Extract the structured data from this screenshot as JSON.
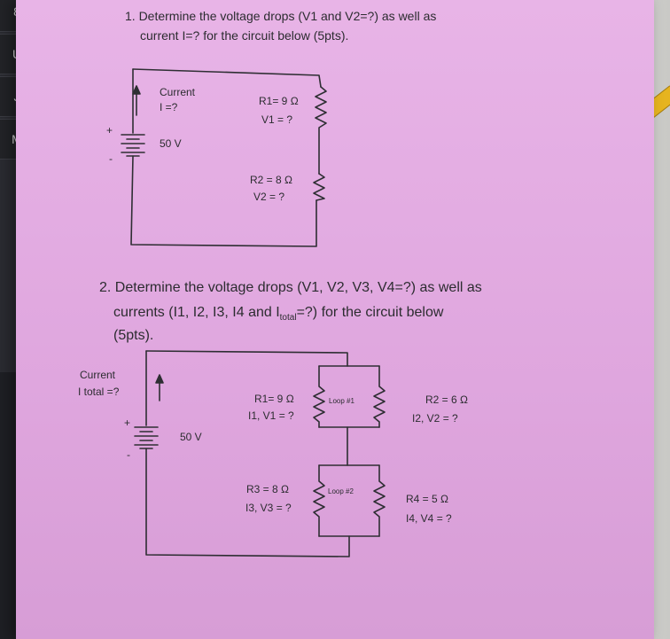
{
  "keyboard": {
    "keys": [
      "8",
      "U",
      "J",
      "M"
    ]
  },
  "q1": {
    "line1": "1. Determine the voltage drops (V1 and V2=?) as well as",
    "line2": "current I=? for the circuit below (5pts).",
    "current_label": "Current",
    "current_value": "I =?",
    "r1": "R1= 9 Ω",
    "v1": "V1 = ?",
    "plus": "+",
    "minus": "-",
    "battery": "50 V",
    "r2": "R2 = 8 Ω",
    "v2": "V2 = ?"
  },
  "q2": {
    "line1": "2. Determine the voltage drops (V1, V2, V3, V4=?) as well as",
    "line2_pre": "currents (I1, I2, I3, I4 and I",
    "line2_sub": "total",
    "line2_post": "=?) for the circuit below",
    "line3": "(5pts).",
    "current_label": "Current",
    "current_value": "I total =?",
    "plus": "+",
    "minus": "-",
    "battery": "50 V",
    "r1": "R1= 9 Ω",
    "i1v1": "I1, V1 = ?",
    "loop1": "Loop #1",
    "r2": "R2 = 6 Ω",
    "i2v2": "I2, V2 = ?",
    "r3": "R3 = 8 Ω",
    "i3v3": "I3, V3 = ?",
    "loop2": "Loop #2",
    "r4": "R4 = 5 Ω",
    "i4v4": "I4, V4 = ?"
  }
}
